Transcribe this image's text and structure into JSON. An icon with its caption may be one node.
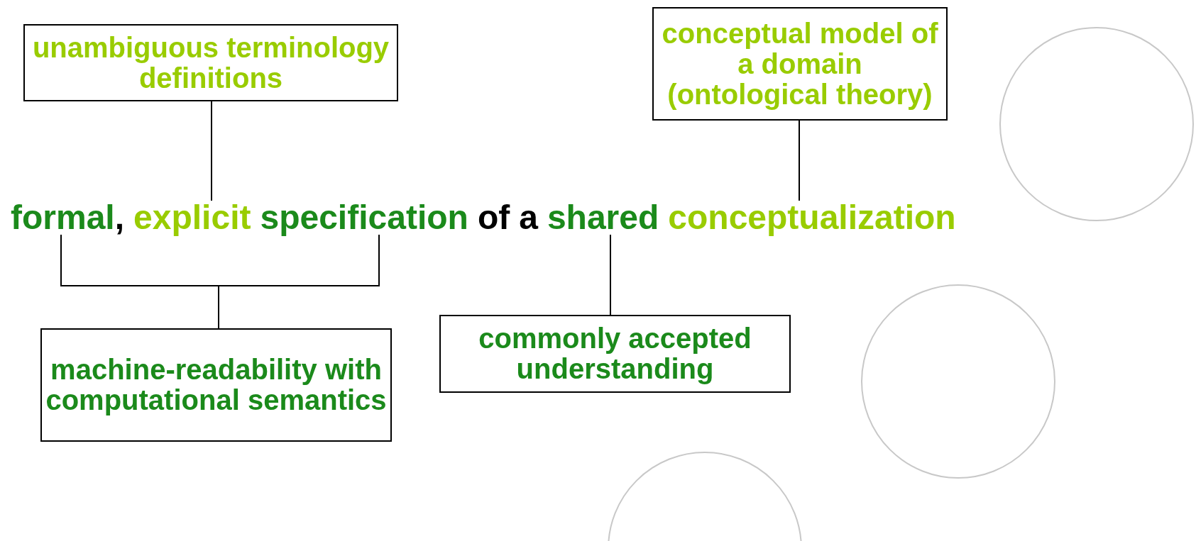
{
  "diagram": {
    "nodes": [
      {
        "text": [
          "unambiguous terminology definitions"
        ]
      },
      {
        "text": [
          "conceptual model of a domain (ontological theory)"
        ]
      },
      {
        "text": [
          "formal"
        ]
      },
      {
        "text": [
          "explicit"
        ]
      },
      {
        "text": [
          "specification"
        ]
      },
      {
        "text": [
          "shared"
        ]
      },
      {
        "text": [
          "conceptualization"
        ]
      },
      {
        "text": [
          "machine-readability with computational semantics"
        ]
      },
      {
        "text": [
          "commonly accepted understanding"
        ]
      },
      {
        "text": [],
        "shape": "circle"
      },
      {
        "text": [],
        "shape": "circle"
      },
      {
        "text": [],
        "shape": "circle"
      }
    ],
    "edges": [
      {
        "from": 3,
        "to": 0,
        "arrow": "none"
      },
      {
        "from": 6,
        "to": 1,
        "arrow": "none"
      },
      {
        "from": 2,
        "to": 7,
        "arrow": "none"
      },
      {
        "from": 4,
        "to": 7,
        "arrow": "none"
      },
      {
        "from": 5,
        "to": 8,
        "arrow": "none"
      }
    ],
    "labels": [
      ",",
      "of",
      "a"
    ]
  }
}
